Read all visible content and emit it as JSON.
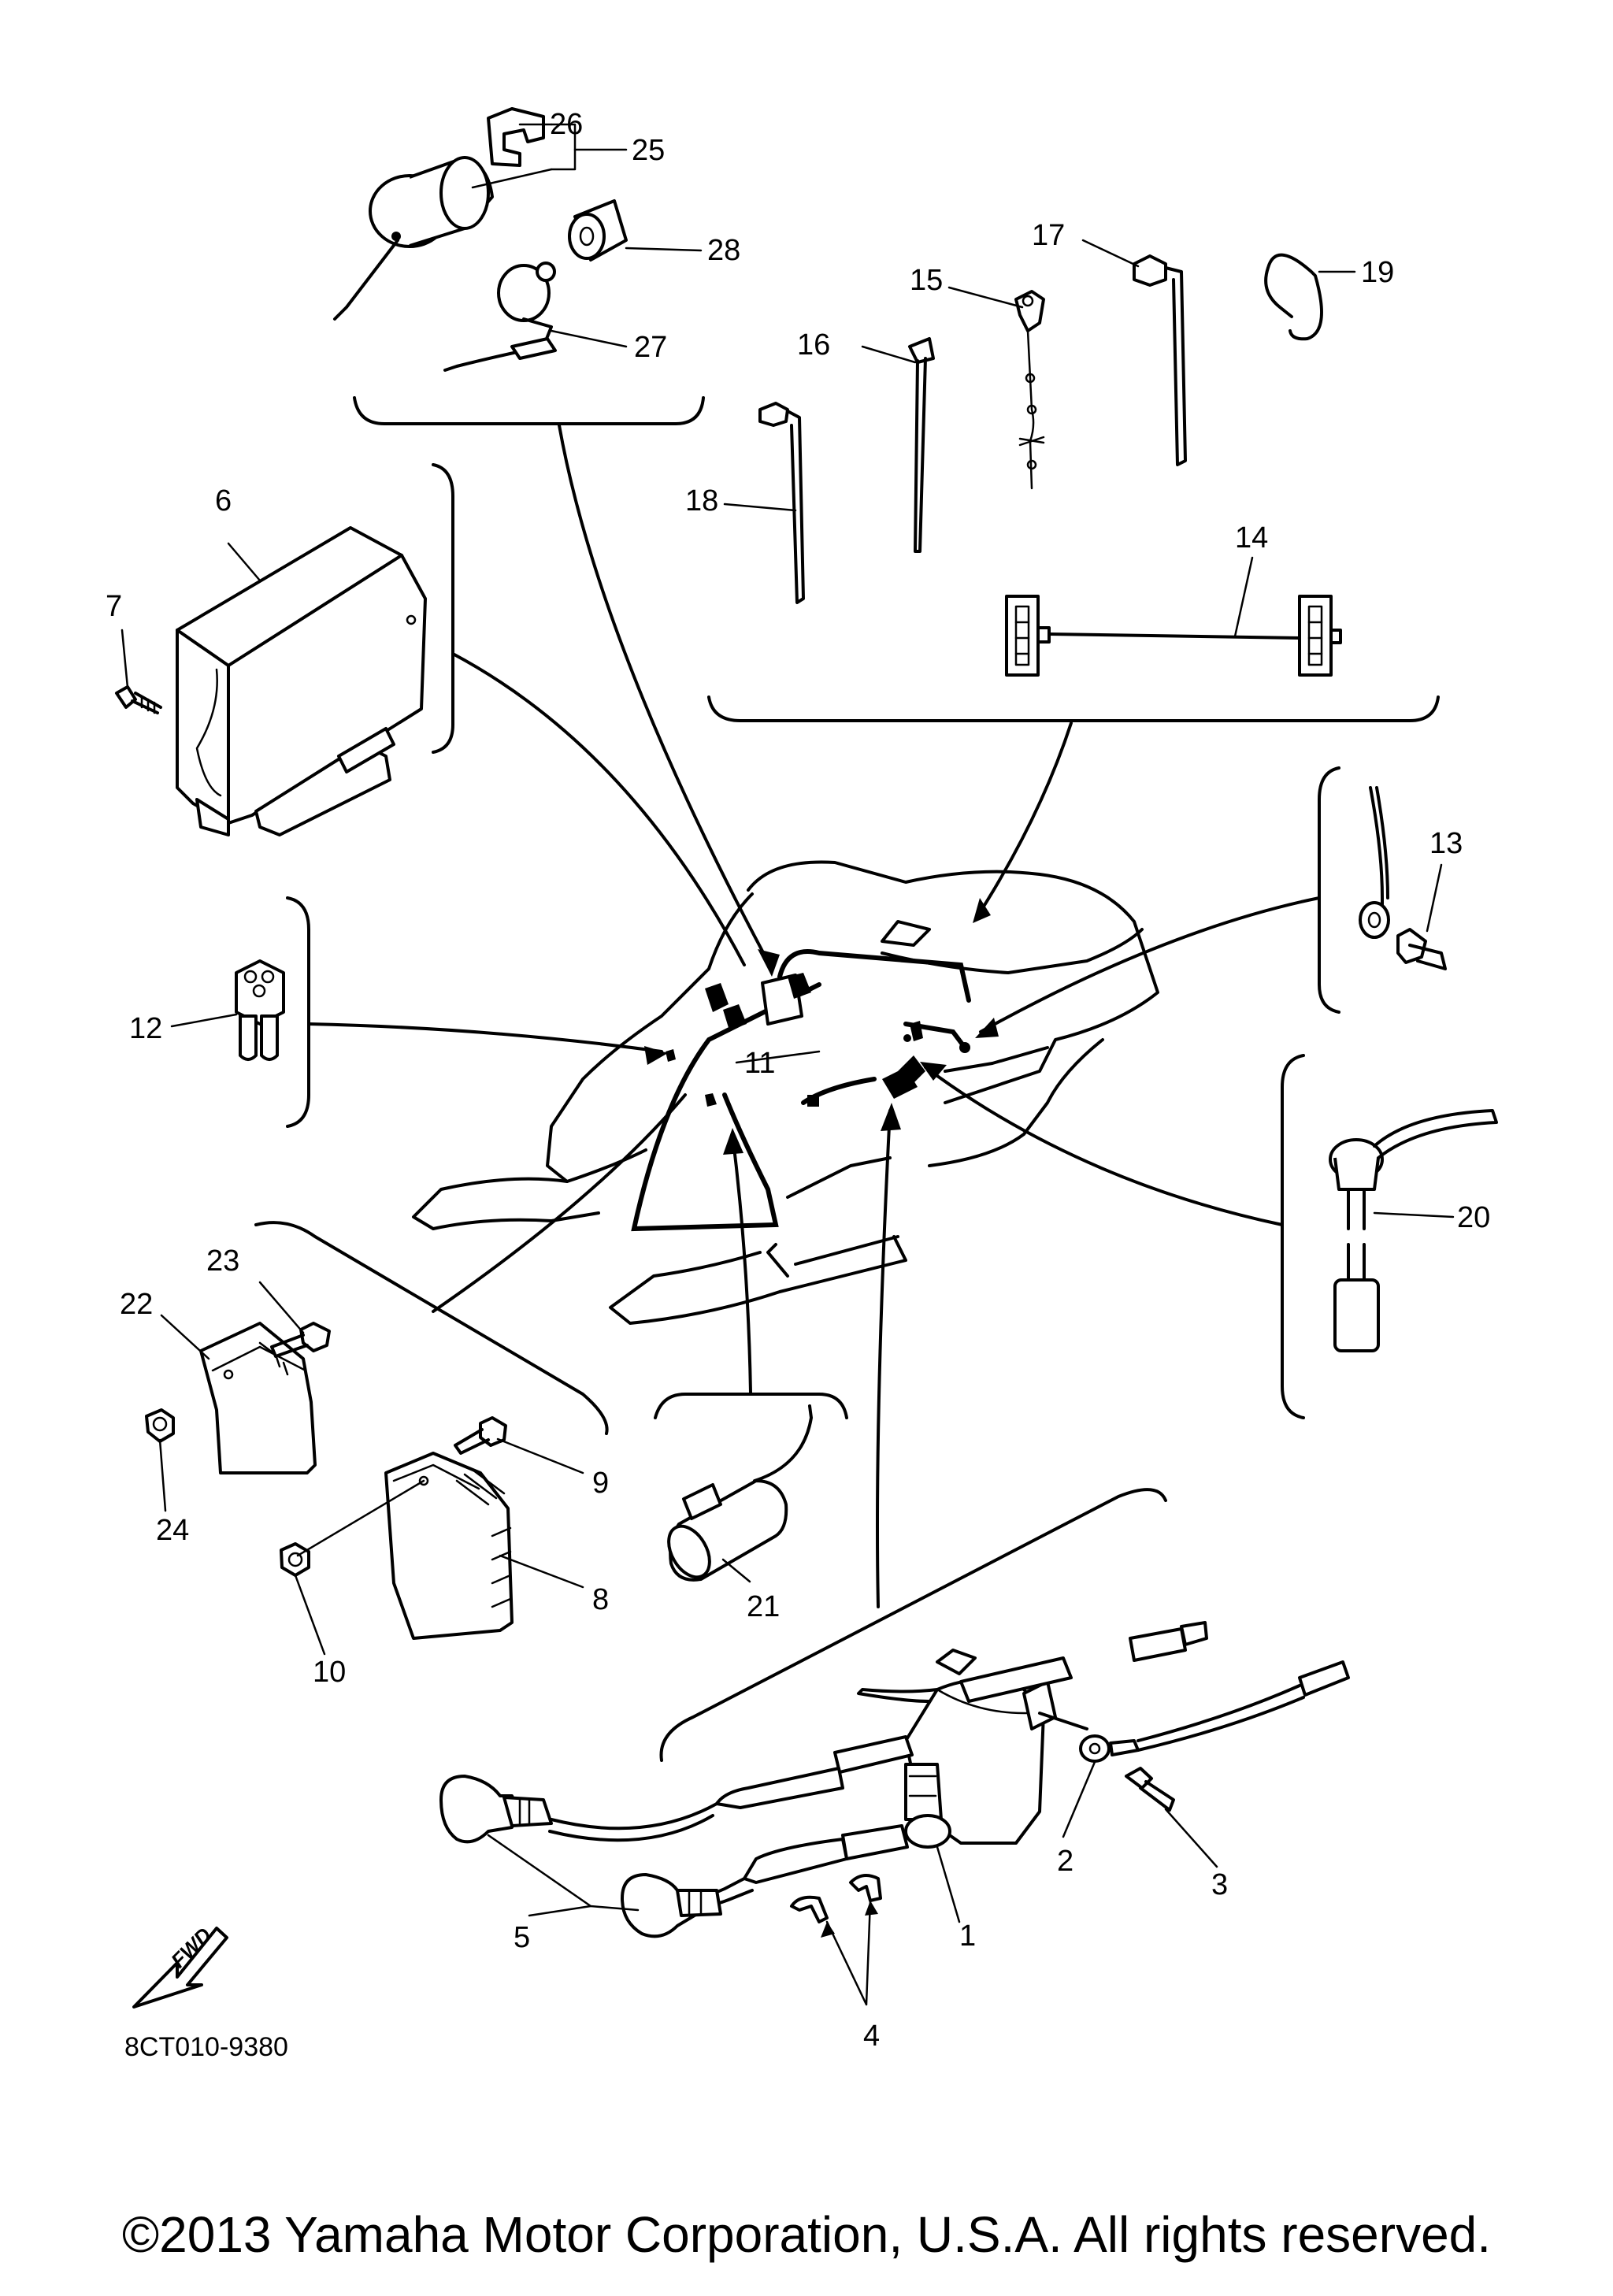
{
  "callouts": {
    "c1": "1",
    "c2": "2",
    "c3": "3",
    "c4": "4",
    "c5": "5",
    "c6": "6",
    "c7": "7",
    "c8": "8",
    "c9": "9",
    "c10": "10",
    "c11": "11",
    "c12": "12",
    "c13": "13",
    "c14": "14",
    "c15": "15",
    "c16": "16",
    "c17": "17",
    "c18": "18",
    "c19": "19",
    "c20": "20",
    "c21": "21",
    "c22": "22",
    "c23": "23",
    "c24": "24",
    "c25": "25",
    "c26": "26",
    "c27": "27",
    "c28": "28"
  },
  "fwd_label": "FWD",
  "drawing_code": "8CT010-9380",
  "copyright": "©2013 Yamaha Motor Corporation, U.S.A. All rights reserved."
}
